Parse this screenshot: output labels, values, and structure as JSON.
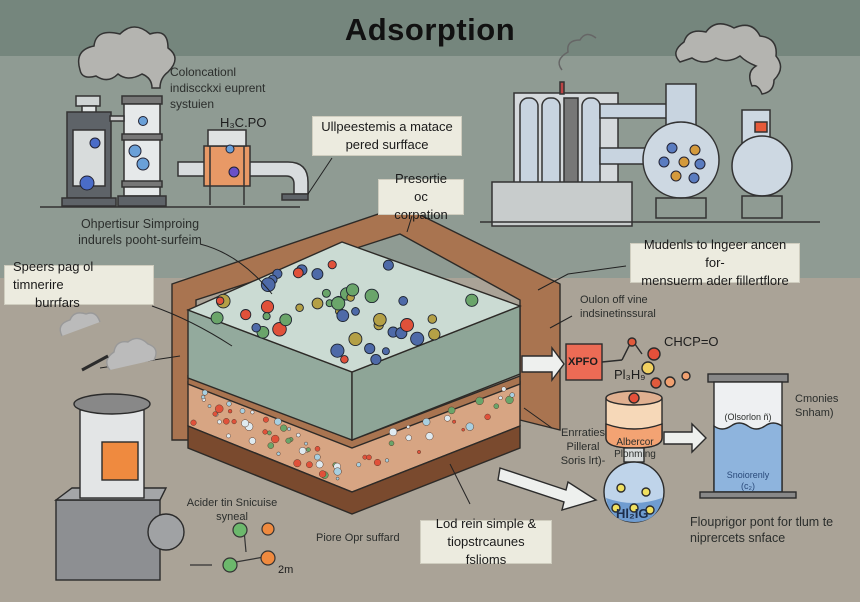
{
  "title": "Adsorption",
  "colors": {
    "sky": "#75867d",
    "wall": "#8f9b93",
    "floor": "#aaa397",
    "box_fill": "#ecebdf",
    "adsorbent_top": "#cbdbd3",
    "adsorbent_side": "#93aa9d",
    "soil": "#d7a583",
    "soil_dark": "#7a4a2e",
    "frame": "#a97450",
    "molecule_red": "#e0513a",
    "molecule_blue": "#4e6aa8",
    "molecule_green": "#6aa56a",
    "molecule_olive": "#b4a046",
    "liquid_orange": "#ef8a3f",
    "liquid_blue": "#8eb4dd",
    "xpfo_box": "#ec6b55"
  },
  "labels": {
    "top_left_system": [
      "Coloncationl",
      "indiscckxi euprent",
      "systuien"
    ],
    "chem_h3cpo": "H₃C.PO",
    "surface_callout": [
      "Ullpeestemis a matace",
      "pered surfface"
    ],
    "pressure_callout": [
      "Presortie oc",
      "corpation"
    ],
    "ohpertisur": [
      "Ohpertisur Simproing",
      "indurels pooht-surfeim"
    ],
    "speers_callout": [
      "Speers pag ol timnerire",
      "burrfars"
    ],
    "mudenls_callout": [
      "Mudenls to lngeer ancen for-",
      "mensuerm ader fillertflore"
    ],
    "oulon": [
      "Oulon off vine",
      "indsinetinssural"
    ],
    "xpfo": "XPFO",
    "pla_h": "Pl₃H₉",
    "chcp": "CHCP=O",
    "enrraties": [
      "Enrraties",
      "Pilleral",
      "Soris lrt)-"
    ],
    "beaker": [
      "Albercor",
      "Plonming"
    ],
    "column_label": [
      "Cmonies",
      "Snham)"
    ],
    "column_upper": "(Olsorlon ñ)",
    "column_lower": [
      "Snoiorenly",
      "(c₂)"
    ],
    "flask": "Hl₂IG",
    "flourigor": [
      "Flouprigor pont for tlum te",
      "niprercets snface"
    ],
    "acider": [
      "Acider tin Snicuise",
      "syneal"
    ],
    "molecule_2m": "2m",
    "piore": "Piore Opr suffard",
    "lod_callout": [
      "Lod rein simple &",
      "tiopstrcaunes fslioms"
    ]
  }
}
